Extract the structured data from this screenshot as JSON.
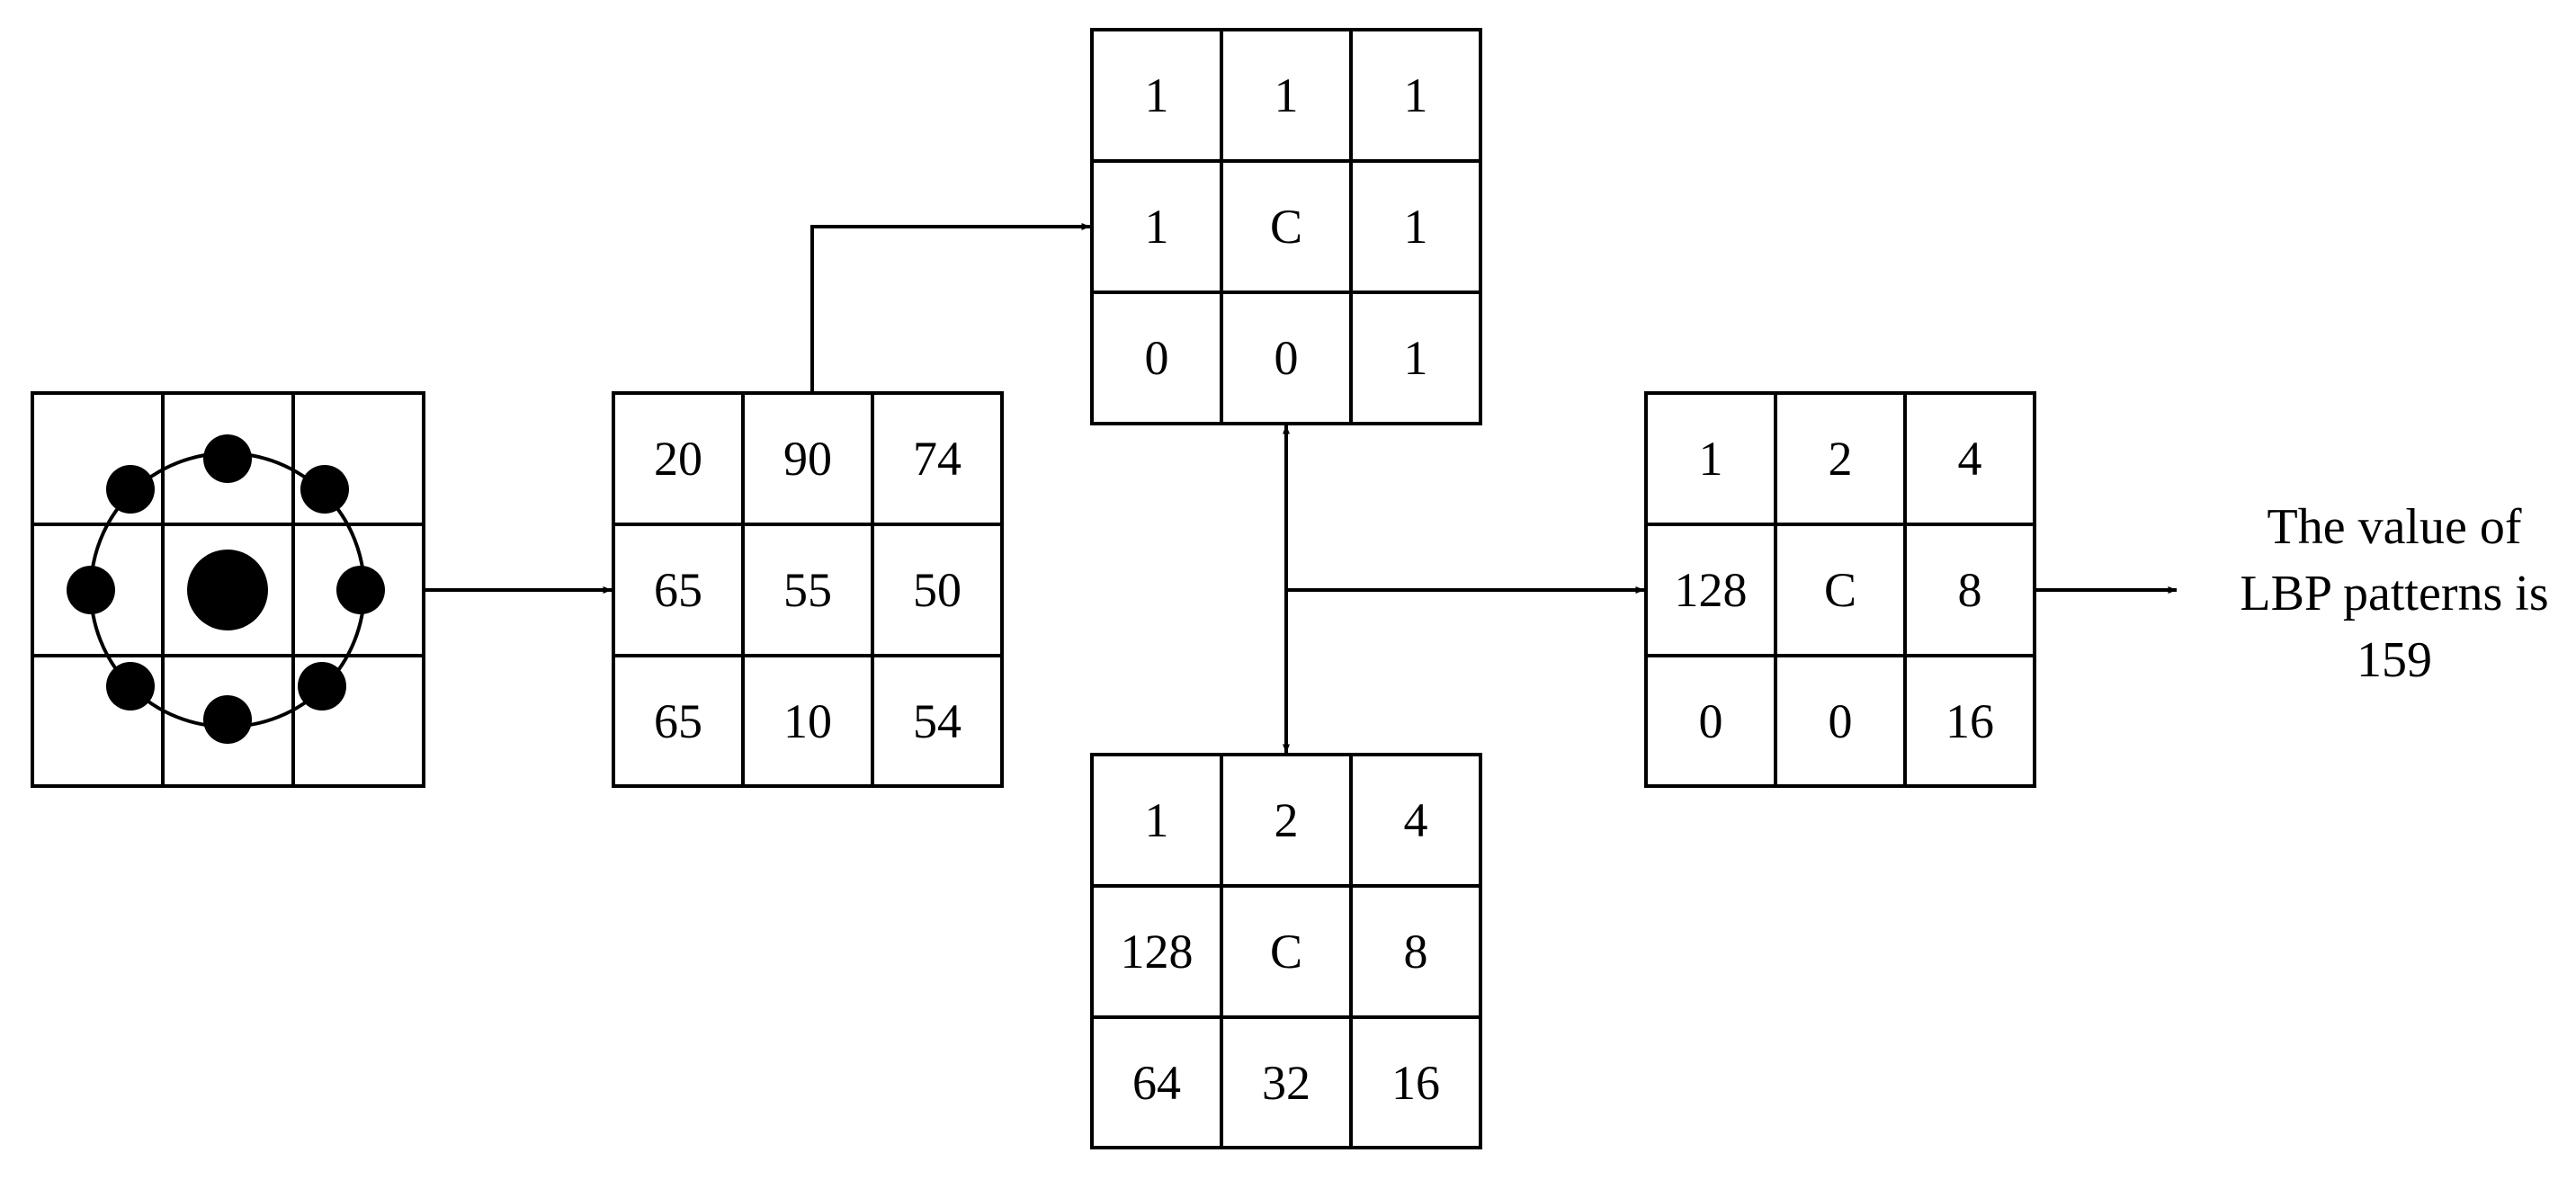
{
  "grids": {
    "neighbors": {
      "cells": [
        [
          "",
          "",
          ""
        ],
        [
          "",
          "",
          ""
        ],
        [
          "",
          "",
          ""
        ]
      ]
    },
    "pixels": {
      "cells": [
        [
          "20",
          "90",
          "74"
        ],
        [
          "65",
          "55",
          "50"
        ],
        [
          "65",
          "10",
          "54"
        ]
      ]
    },
    "binary": {
      "cells": [
        [
          "1",
          "1",
          "1"
        ],
        [
          "1",
          "C",
          "1"
        ],
        [
          "0",
          "0",
          "1"
        ]
      ]
    },
    "weights": {
      "cells": [
        [
          "1",
          "2",
          "4"
        ],
        [
          "128",
          "C",
          "8"
        ],
        [
          "64",
          "32",
          "16"
        ]
      ]
    },
    "weighted": {
      "cells": [
        [
          "1",
          "2",
          "4"
        ],
        [
          "128",
          "C",
          "8"
        ],
        [
          "0",
          "0",
          "16"
        ]
      ]
    }
  },
  "result": {
    "lines": [
      "The value of",
      "LBP patterns is",
      "159"
    ]
  }
}
